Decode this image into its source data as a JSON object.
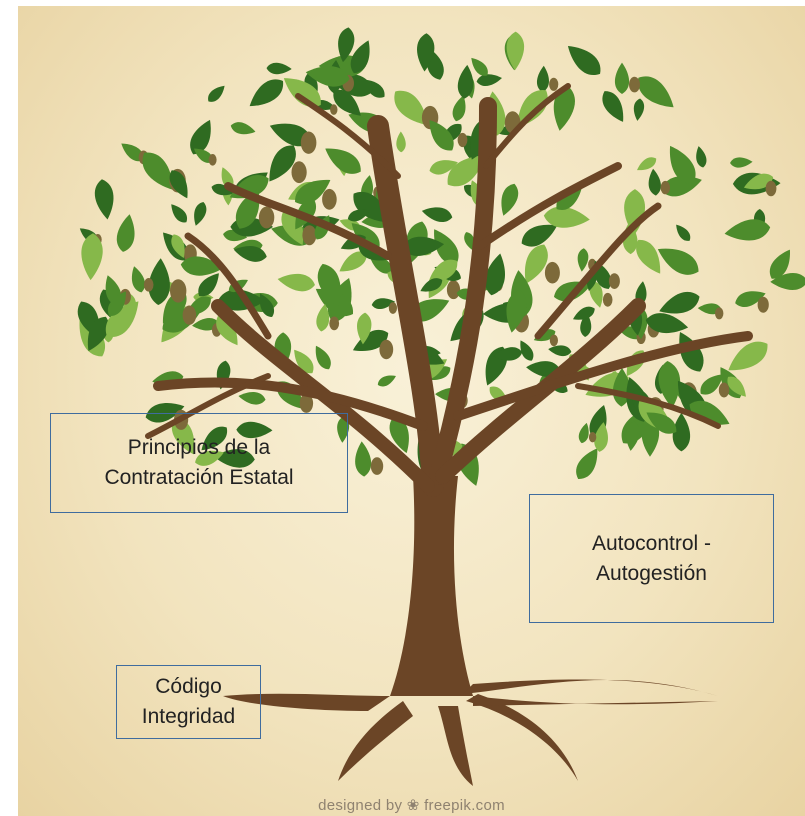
{
  "diagram": {
    "labels": {
      "principios": [
        "Principios de la",
        "Contratación Estatal"
      ],
      "autocontrol": [
        "Autocontrol -",
        "Autogestión"
      ],
      "codigo": [
        "Código",
        "Integridad"
      ]
    },
    "credit": {
      "prefix": "designed by",
      "icon": "freepik-leaf-icon",
      "brand": "freepik.com"
    },
    "colors": {
      "trunk": "#6b4526",
      "leaf_dark": "#2f6b21",
      "leaf_mid": "#4d8c2c",
      "leaf_light": "#86b84a",
      "box_border": "#3f6c9e"
    }
  }
}
